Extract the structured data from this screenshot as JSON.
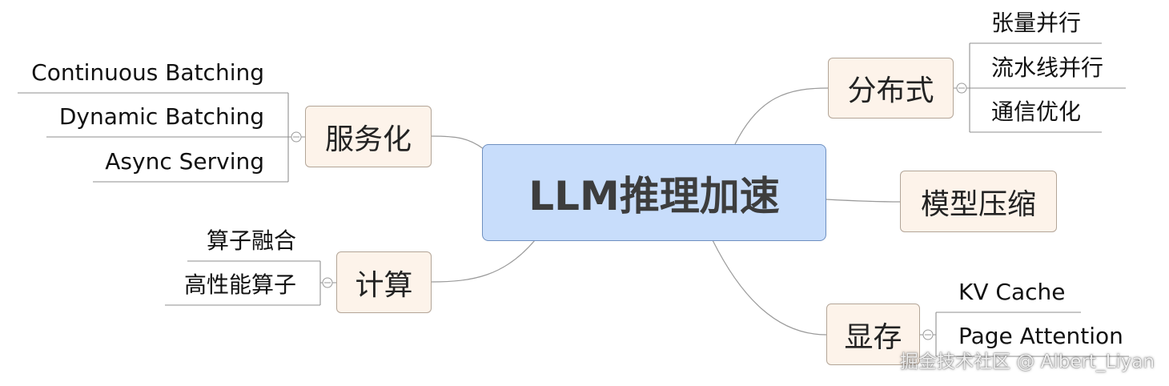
{
  "central": "LLM推理加速",
  "branches": {
    "serving": {
      "label": "服务化",
      "items": [
        "Continuous Batching",
        "Dynamic Batching",
        "Async Serving"
      ]
    },
    "compute": {
      "label": "计算",
      "items": [
        "算子融合",
        "高性能算子"
      ]
    },
    "distributed": {
      "label": "分布式",
      "items": [
        "张量并行",
        "流水线并行",
        "通信优化"
      ]
    },
    "compression": {
      "label": "模型压缩"
    },
    "memory": {
      "label": "显存",
      "items": [
        "KV Cache",
        "Page Attention"
      ]
    }
  },
  "watermark": "掘金技术社区 @ Albert_Liyan",
  "colors": {
    "central_fill": "#c8ddfb",
    "central_border": "#6e8fc0",
    "node_fill": "#fdf3ea",
    "node_border": "#b3a597",
    "connector": "#9a9a9a"
  }
}
